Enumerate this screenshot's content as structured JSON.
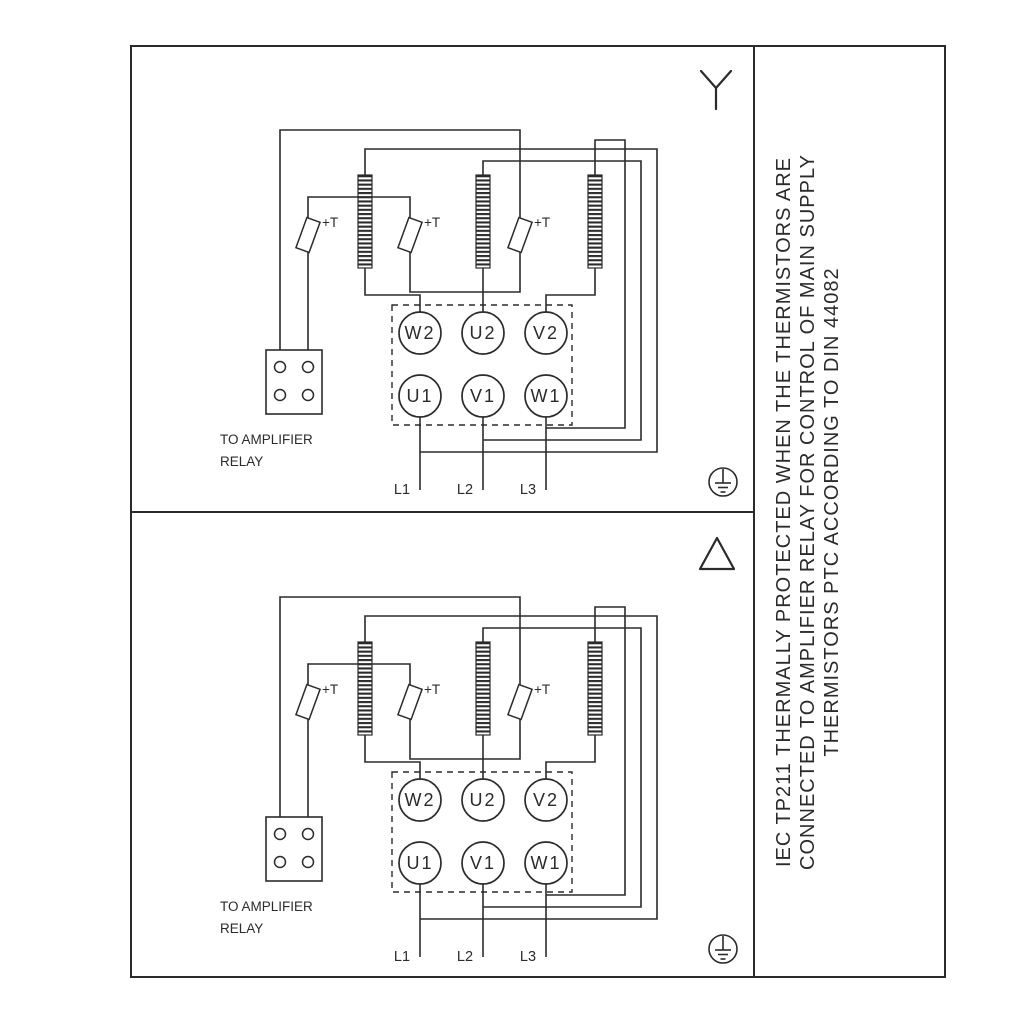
{
  "colors": {
    "line": "#2b2b2b",
    "background": "#ffffff"
  },
  "panels": [
    {
      "connection": "star",
      "relay_label_line1": "TO AMPLIFIER",
      "relay_label_line2": "RELAY",
      "thermistor_label": "+T",
      "terminals_top": [
        "W2",
        "U2",
        "V2"
      ],
      "terminals_bottom": [
        "U1",
        "V1",
        "W1"
      ],
      "supply_labels": [
        "L1",
        "L2",
        "L3"
      ]
    },
    {
      "connection": "delta",
      "relay_label_line1": "TO AMPLIFIER",
      "relay_label_line2": "RELAY",
      "thermistor_label": "+T",
      "terminals_top": [
        "W2",
        "U2",
        "V2"
      ],
      "terminals_bottom": [
        "U1",
        "V1",
        "W1"
      ],
      "supply_labels": [
        "L1",
        "L2",
        "L3"
      ]
    }
  ],
  "side_note": {
    "lines": [
      "IEC TP211 THERMALLY PROTECTED WHEN THE THERMISTORS ARE",
      "CONNECTED TO AMPLIFIER RELAY FOR CONTROL OF MAIN SUPPLY",
      "THERMISTORS PTC ACCORDING TO DIN 44082"
    ]
  }
}
